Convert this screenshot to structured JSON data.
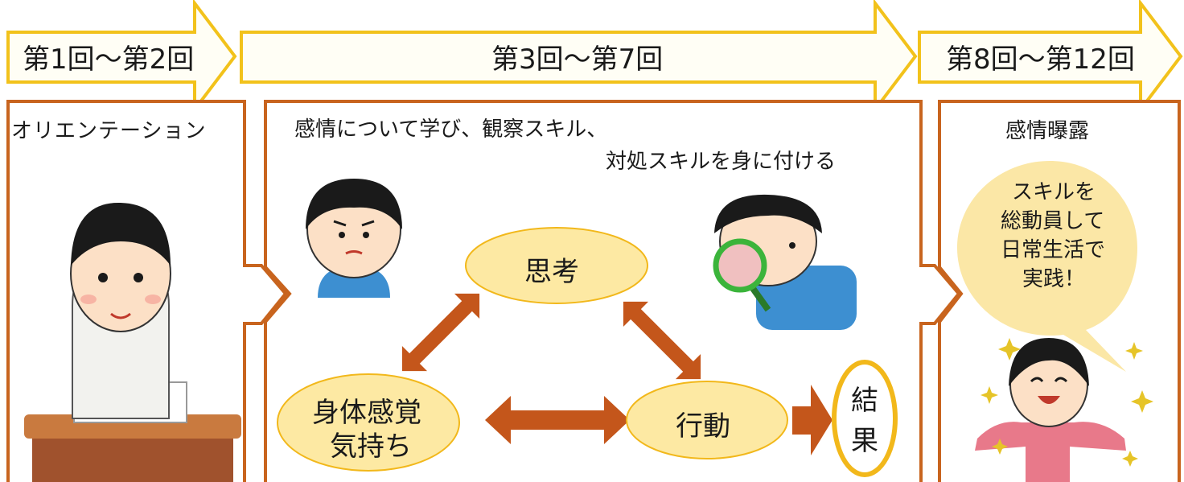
{
  "phases": [
    {
      "label": "第1回〜第2回"
    },
    {
      "label": "第3回〜第7回"
    },
    {
      "label": "第8回〜第12回"
    }
  ],
  "panels": {
    "orientation": {
      "title": "オリエンテーション"
    },
    "skills": {
      "title_line1": "感情について学び、観察スキル、",
      "title_line2": "対処スキルを身に付ける"
    },
    "exposure": {
      "title": "感情曝露"
    }
  },
  "cycle": {
    "thought": "思考",
    "body_feeling_line1": "身体感覚",
    "body_feeling_line2": "気持ち",
    "action": "行動",
    "result_line1": "結",
    "result_line2": "果"
  },
  "speech_bubble": {
    "line1": "スキルを",
    "line2": "総動員して",
    "line3": "日常生活で",
    "line4": "実践！"
  },
  "colors": {
    "arrow_fill": "#fffef5",
    "arrow_stroke": "#f2c21b",
    "panel_border": "#c8641e",
    "ellipse_fill": "#fde9a3",
    "ellipse_stroke": "#f2b81b",
    "double_arrow": "#c4561b",
    "bubble_fill": "#fbe7a6"
  }
}
